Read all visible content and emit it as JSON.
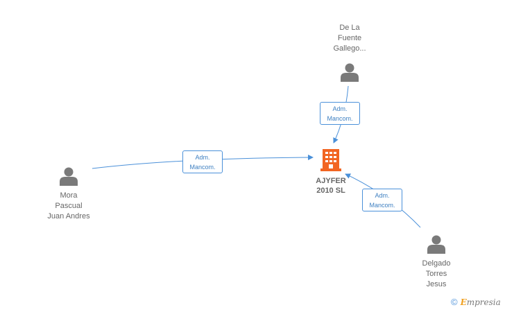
{
  "company": {
    "name_line1": "AJYFER",
    "name_line2": "2010 SL",
    "icon": "building-icon",
    "color": "#f26522"
  },
  "persons": [
    {
      "id": "delafuente",
      "lines": [
        "De La",
        "Fuente",
        "Gallego..."
      ],
      "icon": "person-icon"
    },
    {
      "id": "mora",
      "lines": [
        "Mora",
        "Pascual",
        "Juan Andres"
      ],
      "icon": "person-icon"
    },
    {
      "id": "delgado",
      "lines": [
        "Delgado",
        "Torres",
        "Jesus"
      ],
      "icon": "person-icon"
    }
  ],
  "edges": [
    {
      "from": "delafuente",
      "label_line1": "Adm.",
      "label_line2": "Mancom."
    },
    {
      "from": "mora",
      "label_line1": "Adm.",
      "label_line2": "Mancom."
    },
    {
      "from": "delgado",
      "label_line1": "Adm.",
      "label_line2": "Mancom."
    }
  ],
  "colors": {
    "edge": "#4a90d9",
    "person_icon": "#7a7a7a",
    "text": "#666666"
  },
  "brand": {
    "copyright_symbol": "©",
    "first_letter": "E",
    "rest": "mpresia"
  }
}
